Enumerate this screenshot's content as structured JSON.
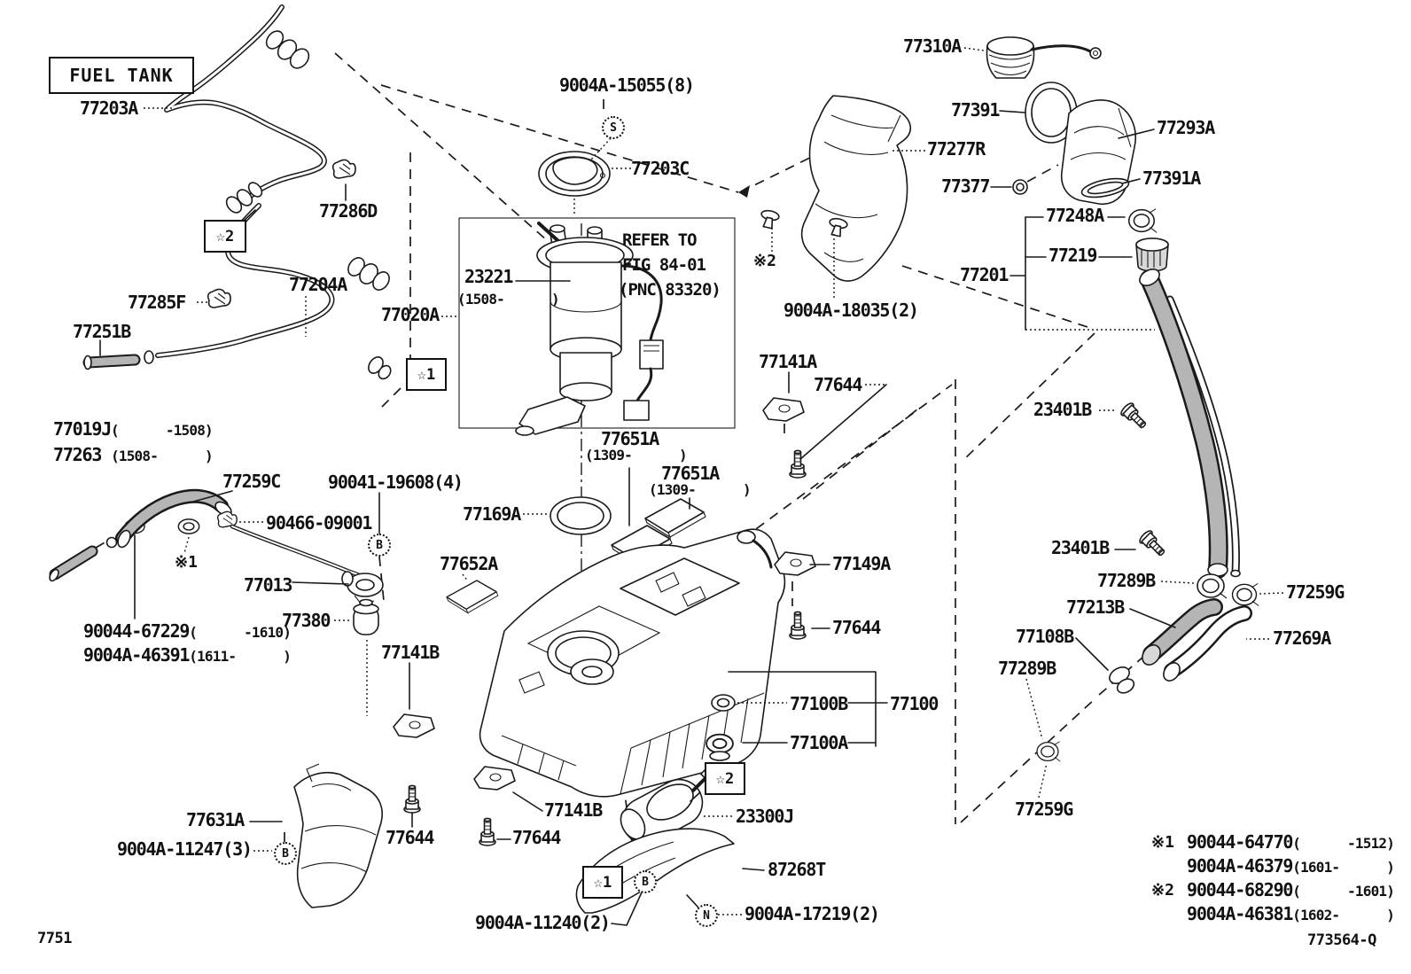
{
  "diagram": {
    "title": "FUEL TANK",
    "page_number": "7751",
    "figure_code": "773564-Q"
  },
  "note_box": {
    "line1": "REFER TO",
    "line2": "FIG 84-01",
    "line3": "(PNC 83320)"
  },
  "parts": {
    "p77203A": "77203A",
    "p9004A_15055_8": "9004A-15055(8)",
    "p77203C": "77203C",
    "p77286D": "77286D",
    "p77204A": "77204A",
    "p77285F": "77285F",
    "p77251B": "77251B",
    "p77020A": "77020A",
    "p23221": "23221",
    "p77019J": "77019J",
    "p77263": "77263",
    "p77259C": "77259C",
    "p90041_19608_4": "90041-19608(4)",
    "p90466_09001": "90466-09001",
    "p77013": "77013",
    "p90044_67229": "90044-67229",
    "p9004A_46391": "9004A-46391",
    "p77380": "77380",
    "p77141B": "77141B",
    "p77652A": "77652A",
    "p77169A": "77169A",
    "p77651A": "77651A",
    "p77310A": "77310A",
    "p77391": "77391",
    "p77293A": "77293A",
    "p77277R": "77277R",
    "p77377": "77377",
    "p77391A": "77391A",
    "p77248A": "77248A",
    "p77219": "77219",
    "p77201": "77201",
    "p23401B": "23401B",
    "p9004A_18035_2": "9004A-18035(2)",
    "p77141A": "77141A",
    "p77644": "77644",
    "p77149A": "77149A",
    "p77100B": "77100B",
    "p77100": "77100",
    "p77100A": "77100A",
    "p77289B": "77289B",
    "p77259G": "77259G",
    "p77213B": "77213B",
    "p77269A": "77269A",
    "p77108B": "77108B",
    "p23300J": "23300J",
    "p87268T": "87268T",
    "p77631A": "77631A",
    "p9004A_11247_3": "9004A-11247(3)",
    "p9004A_11240_2": "9004A-11240(2)",
    "p9004A_17219_2": "9004A-17219(2)",
    "rng_to_1508": "(      -1508)",
    "rng_1508_open": "(1508-      )",
    "rng_1309_open": "(1309-      )",
    "rng_to_1610": "(      -1610)",
    "rng_1611_open": "(1611-      )"
  },
  "markers": {
    "star1": "☆1",
    "star2": "☆2",
    "ref1": "※1",
    "ref2": "※2",
    "circle_s": "S",
    "circle_b": "B",
    "circle_n": "N"
  },
  "footnotes": [
    {
      "marker": "※1",
      "num": "90044-64770",
      "range": "(      -1512)"
    },
    {
      "marker": "",
      "num": "9004A-46379",
      "range": "(1601-      )"
    },
    {
      "marker": "※2",
      "num": "90044-68290",
      "range": "(      -1601)"
    },
    {
      "marker": "",
      "num": "9004A-46381",
      "range": "(1602-      )"
    }
  ]
}
